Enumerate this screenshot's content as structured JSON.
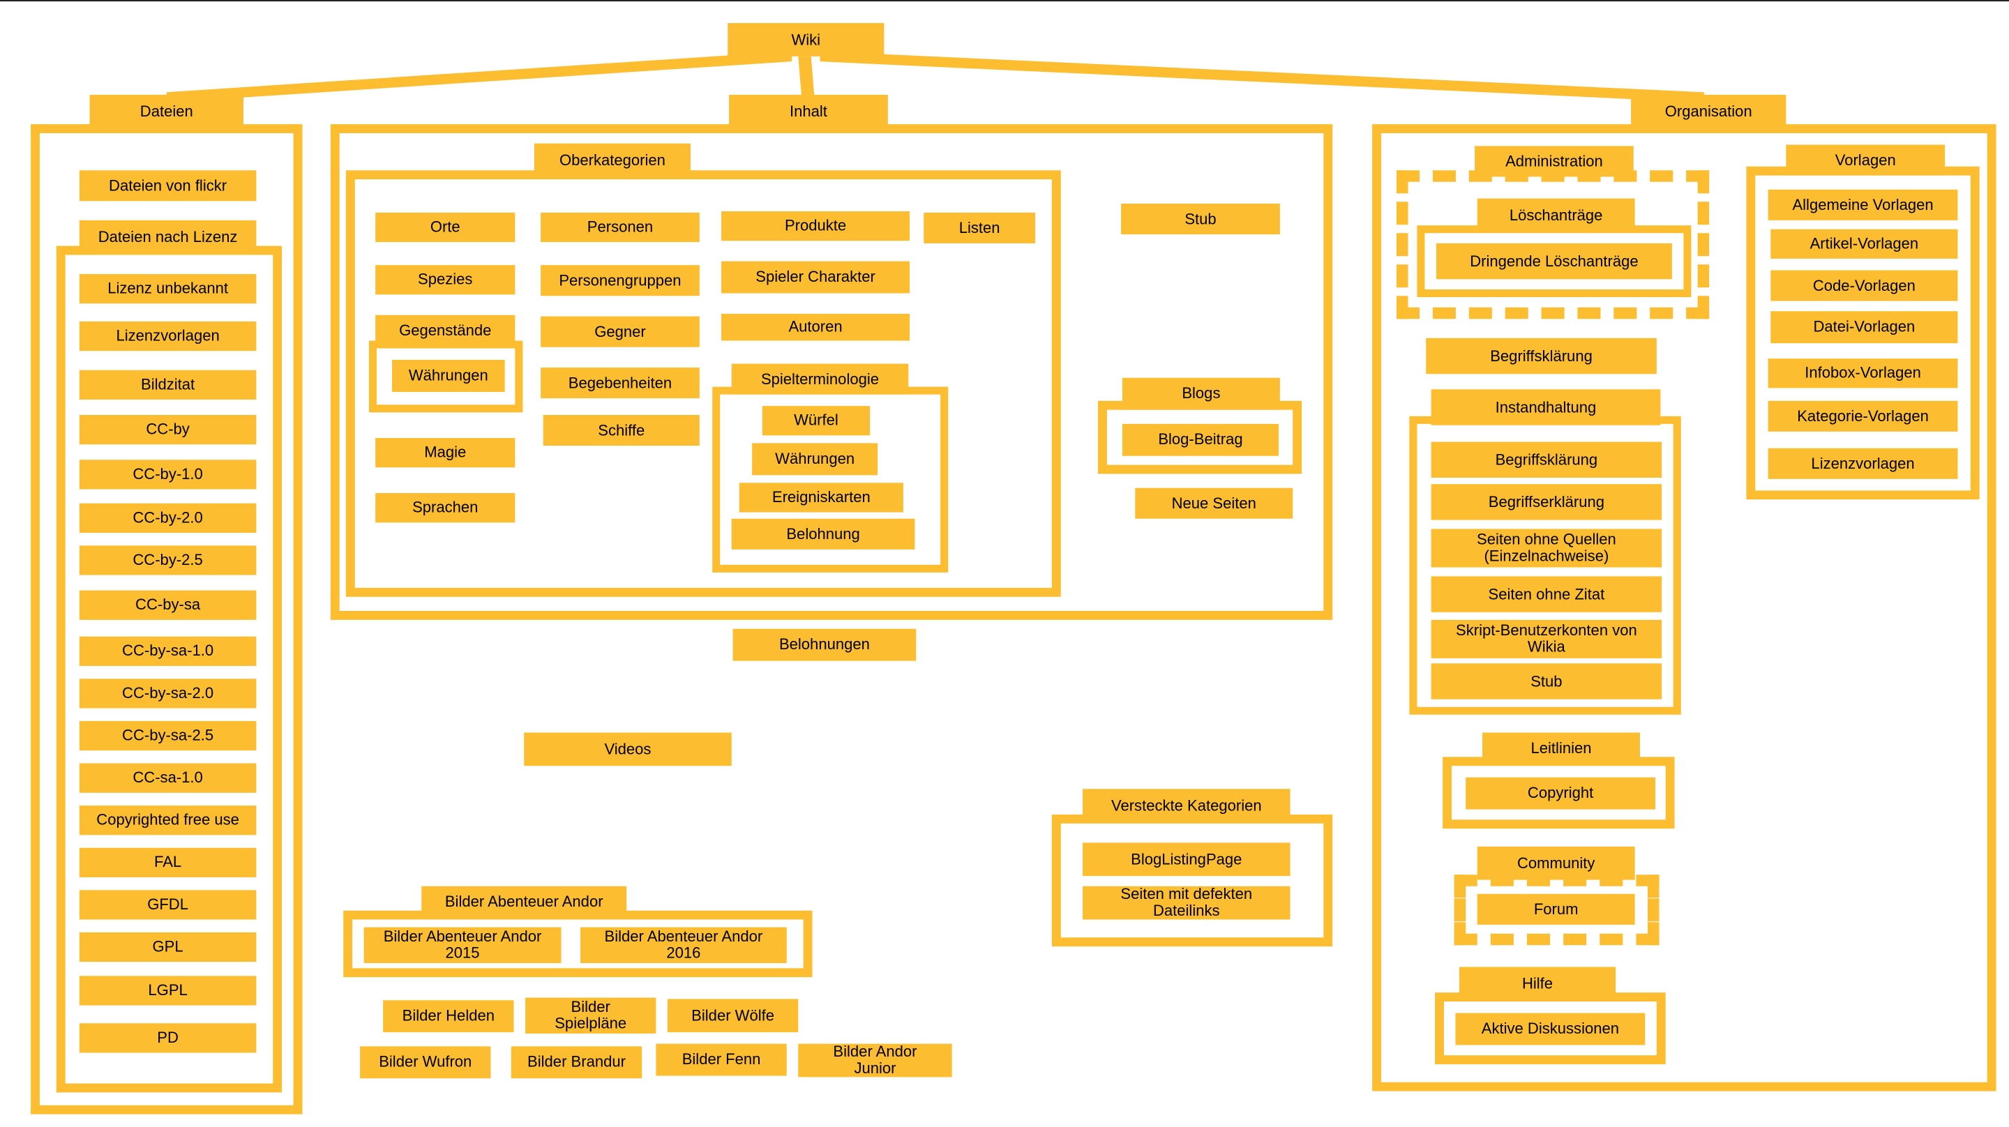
{
  "diagram": {
    "root": "Wiki",
    "dateien": {
      "title": "Dateien",
      "flickr": "Dateien von flickr",
      "nach_lizenz": {
        "title": "Dateien nach Lizenz",
        "items": [
          "Lizenz unbekannt",
          "Lizenzvorlagen",
          "Bildzitat",
          "CC-by",
          "CC-by-1.0",
          "CC-by-2.0",
          "CC-by-2.5",
          "CC-by-sa",
          "CC-by-sa-1.0",
          "CC-by-sa-2.0",
          "CC-by-sa-2.5",
          "CC-sa-1.0",
          "Copyrighted free use",
          "FAL",
          "GFDL",
          "GPL",
          "LGPL",
          "PD"
        ]
      }
    },
    "inhalt": {
      "title": "Inhalt",
      "oberkategorien": {
        "title": "Oberkategorien",
        "col1": [
          "Orte",
          "Spezies",
          "Gegenstände",
          "Magie",
          "Sprachen"
        ],
        "waehrungen": "Währungen",
        "col2": [
          "Personen",
          "Personengruppen",
          "Gegner",
          "Begebenheiten",
          "Schiffe"
        ],
        "col3": [
          "Produkte",
          "Spieler Charakter",
          "Autoren"
        ],
        "listen": "Listen",
        "spielterminologie": {
          "title": "Spielterminologie",
          "items": [
            "Würfel",
            "Währungen",
            "Ereigniskarten",
            "Belohnung"
          ]
        }
      },
      "stub": "Stub",
      "blogs": {
        "title": "Blogs",
        "item": "Blog-Beitrag"
      },
      "neue_seiten": "Neue Seiten"
    },
    "belohnungen": "Belohnungen",
    "videos": "Videos",
    "bilder_abenteuer": {
      "title": "Bilder Abenteuer Andor",
      "items": [
        "Bilder Abenteuer Andor\n2015",
        "Bilder Abenteuer Andor\n2016"
      ]
    },
    "bilder": [
      "Bilder Helden",
      "Bilder\nSpielpläne",
      "Bilder Wölfe",
      "Bilder Wufron",
      "Bilder Brandur",
      "Bilder Fenn",
      "Bilder Andor\nJunior"
    ],
    "versteckte": {
      "title": "Versteckte Kategorien",
      "items": [
        "BlogListingPage",
        "Seiten mit defekten\nDateilinks"
      ]
    },
    "organisation": {
      "title": "Organisation",
      "administration": "Administration",
      "loeschantraege": "Löschanträge",
      "dringende": "Dringende Löschanträge",
      "begriffsklaerung": "Begriffsklärung",
      "instandhaltung": {
        "title": "Instandhaltung",
        "items": [
          "Begriffsklärung",
          "Begriffserklärung",
          "Seiten ohne Quellen\n(Einzelnachweise)",
          "Seiten ohne Zitat",
          "Skript-Benutzerkonten von\nWikia",
          "Stub"
        ]
      },
      "leitlinien": {
        "title": "Leitlinien",
        "item": "Copyright"
      },
      "community": {
        "title": "Community",
        "item": "Forum"
      },
      "hilfe": {
        "title": "Hilfe",
        "item": "Aktive Diskussionen"
      },
      "vorlagen": {
        "title": "Vorlagen",
        "items": [
          "Allgemeine Vorlagen",
          "Artikel-Vorlagen",
          "Code-Vorlagen",
          "Datei-Vorlagen",
          "Infobox-Vorlagen",
          "Kategorie-Vorlagen",
          "Lizenzvorlagen"
        ]
      }
    }
  },
  "colors": {
    "node_fill": "#fcbd30",
    "text": "#000000",
    "background": "#ffffff"
  }
}
